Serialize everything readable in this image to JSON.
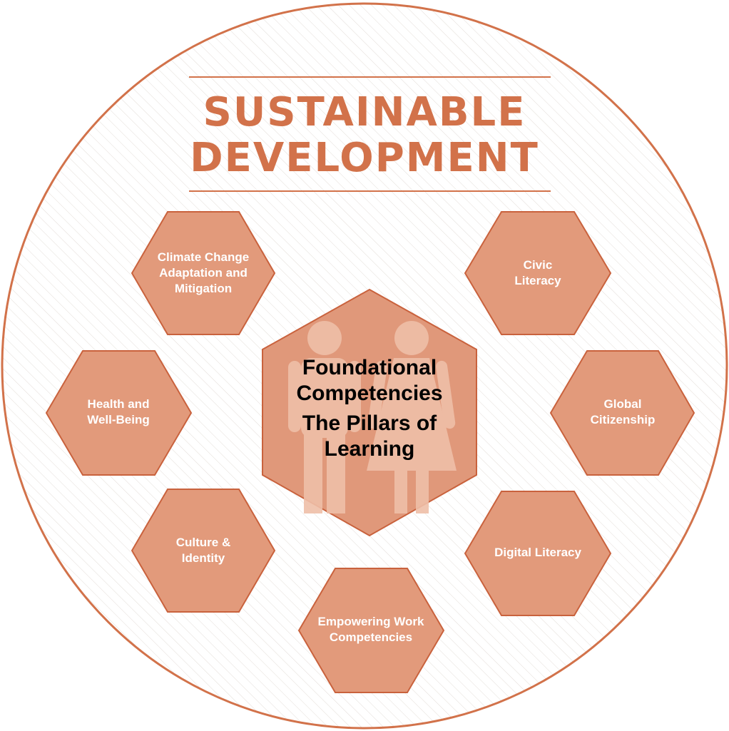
{
  "title": {
    "line1": "SUSTAINABLE",
    "line2": "DEVELOPMENT"
  },
  "center": {
    "line1": "Foundational",
    "line2": "Competencies",
    "line3": "The Pillars of",
    "line4": "Learning"
  },
  "hexagons": {
    "climate": "Climate Change Adaptation and Mitigation",
    "civic": "Civic Literacy",
    "health": "Health and Well-Being",
    "global": "Global Citizenship",
    "culture": "Culture & Identity",
    "digital": "Digital Literacy",
    "work": "Empowering Work Competencies"
  },
  "colors": {
    "accent": "#d2724a",
    "hex_fill": "#e29a7b",
    "hex_stroke": "#c9623d",
    "center_fill": "#e0987a",
    "figure_fill": "#efbfa8"
  }
}
